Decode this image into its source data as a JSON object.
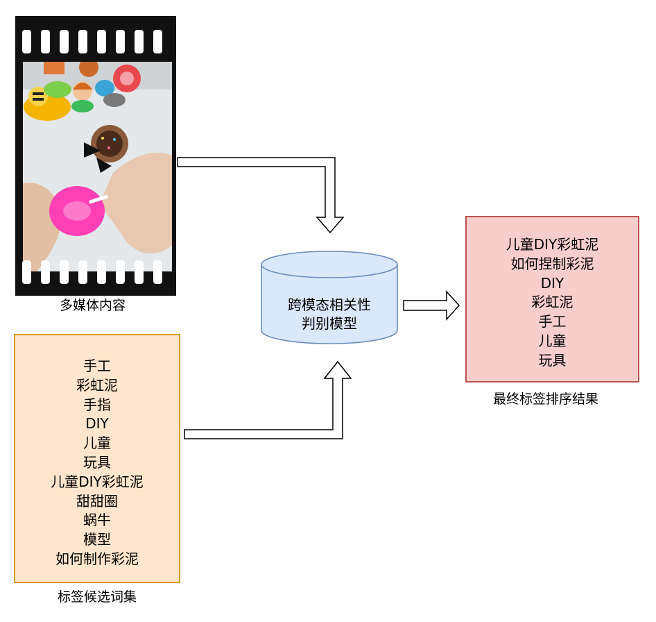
{
  "media": {
    "caption": "多媒体内容",
    "image_icon": "clay-crafts-photo"
  },
  "candidates": {
    "caption": "标签候选词集",
    "items": [
      "手工",
      "彩虹泥",
      "手指",
      "DIY",
      "儿童",
      "玩具",
      "儿童DIY彩虹泥",
      "甜甜圈",
      "蜗牛",
      "模型",
      "如何制作彩泥"
    ],
    "fill": "#ffe6cc",
    "stroke": "#d79b00"
  },
  "model": {
    "line1": "跨模态相关性",
    "line2": "判别模型",
    "fill": "#dae8fc",
    "stroke": "#6c8ebf"
  },
  "result": {
    "caption": "最终标签排序结果",
    "items": [
      "儿童DIY彩虹泥",
      "如何捏制彩泥",
      "DIY",
      "彩虹泥",
      "手工",
      "儿童",
      "玩具"
    ],
    "fill": "#f8cecc",
    "stroke": "#b85450"
  }
}
